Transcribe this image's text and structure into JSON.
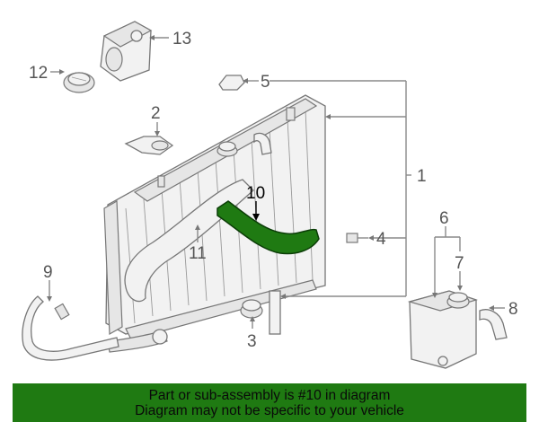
{
  "callouts": [
    "1",
    "2",
    "3",
    "4",
    "5",
    "6",
    "7",
    "8",
    "9",
    "10",
    "11",
    "12",
    "13"
  ],
  "highlighted_part": "10",
  "colors": {
    "highlight": "#1f7a12",
    "banner": "#1f7a12",
    "line_art": "#777777"
  },
  "banner": {
    "line1": "Part or sub-assembly is #10 in diagram",
    "line2": "Diagram may not be specific to your vehicle"
  }
}
